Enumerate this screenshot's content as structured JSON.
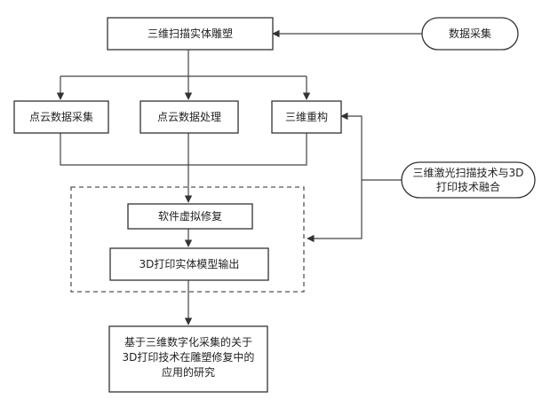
{
  "nodes": {
    "top": "三维扫描实体雕塑",
    "data_collection": "数据采集",
    "point_cloud_collect": "点云数据采集",
    "point_cloud_process": "点云数据处理",
    "reconstruction": "三维重构",
    "laser_fusion_line1": "三维激光扫描技术与3D",
    "laser_fusion_line2": "打印技术融合",
    "virtual_repair": "软件虚拟修复",
    "print_output": "3D打印实体模型输出",
    "result_line1": "基于三维数字化采集的关于",
    "result_line2": "3D打印技术在雕塑修复中的",
    "result_line3": "应用的研究"
  }
}
